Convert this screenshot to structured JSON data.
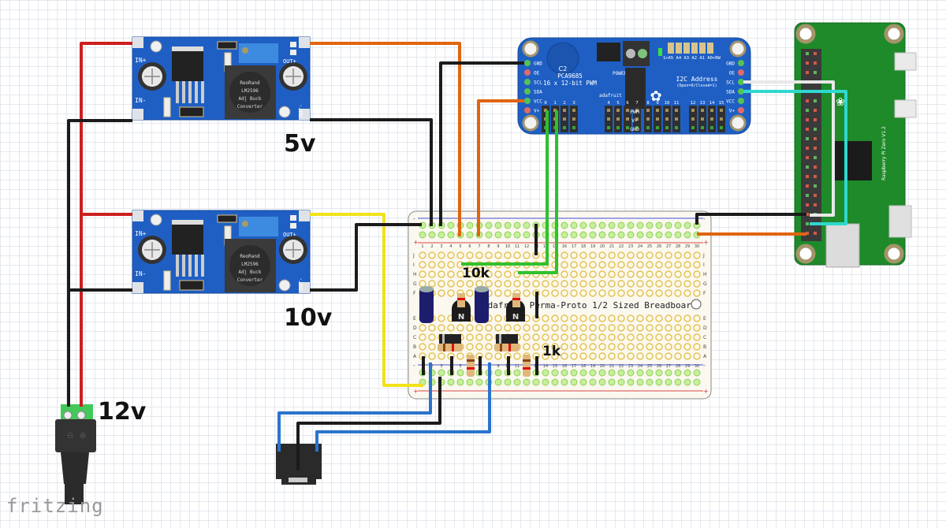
{
  "app": {
    "logo": "fritzing"
  },
  "labels": {
    "v5": "5v",
    "v10": "10v",
    "v12": "12v",
    "r10k": "10k",
    "r1k": "1k"
  },
  "buck_converter": {
    "text_lines": [
      "ReoRand",
      "LM2596",
      "Adj Buck",
      "Converter"
    ],
    "pins": {
      "in_plus": "IN+",
      "in_minus": "IN-",
      "out_plus": "OUT+",
      "out_minus": "OUT-"
    }
  },
  "pwm_board": {
    "title": "PCA9685",
    "subtitle": "16 x 12-bit PWM",
    "cap_label": "C2",
    "power_label": "POWER",
    "i2c_title": "I2C Address",
    "i2c_sub": "(Open=0/Closed=1)",
    "brand": "adafruit",
    "left_pins": [
      "GND",
      "OE",
      "SCL",
      "SDA",
      "VCC",
      "V+"
    ],
    "right_pins": [
      "GND",
      "OE",
      "SCL",
      "SDA",
      "VCC",
      "V+"
    ],
    "addr_labels": "1+A5 A4 A3 A2 A1 A0+RW",
    "pwm_rows": [
      "PWM",
      "V+",
      "GND"
    ],
    "channels": [
      "0",
      "1",
      "2",
      "3",
      "4",
      "5",
      "6",
      "7",
      "8",
      "9",
      "10",
      "11",
      "12",
      "13",
      "14",
      "15"
    ],
    "terminal": {
      "vplus": "V+",
      "gnd": "GND"
    }
  },
  "raspberry_pi": {
    "label": "Raspberry Pi Zero V1.2"
  },
  "breadboard": {
    "title": "Adafruit Perma-Proto 1/2 Sized Breadboard",
    "columns": [
      "1",
      "2",
      "3",
      "4",
      "5",
      "6",
      "7",
      "8",
      "9",
      "10",
      "11",
      "12",
      "13",
      "14",
      "15",
      "16",
      "17",
      "18",
      "19",
      "20",
      "21",
      "22",
      "23",
      "24",
      "25",
      "26",
      "27",
      "28",
      "29",
      "30"
    ],
    "rows_top": [
      "J",
      "I",
      "H",
      "G",
      "F"
    ],
    "rows_bottom": [
      "E",
      "D",
      "C",
      "B",
      "A"
    ],
    "rail_minus": "-",
    "rail_plus": "+"
  },
  "dc_jack": {
    "minus": "⊖",
    "plus": "⊕"
  },
  "colors": {
    "red_wire": "#cc1f1f",
    "black_wire": "#1b1b1b",
    "orange_wire": "#e0650f",
    "yellow_wire": "#f2e21a",
    "green_wire": "#2fc12f",
    "blue_wire": "#2b74cc",
    "cyan_wire": "#2fd8cf",
    "white_wire": "#e8e8e8",
    "pcb_blue": "#1f5fc4",
    "pi_green": "#1e8a2a"
  }
}
